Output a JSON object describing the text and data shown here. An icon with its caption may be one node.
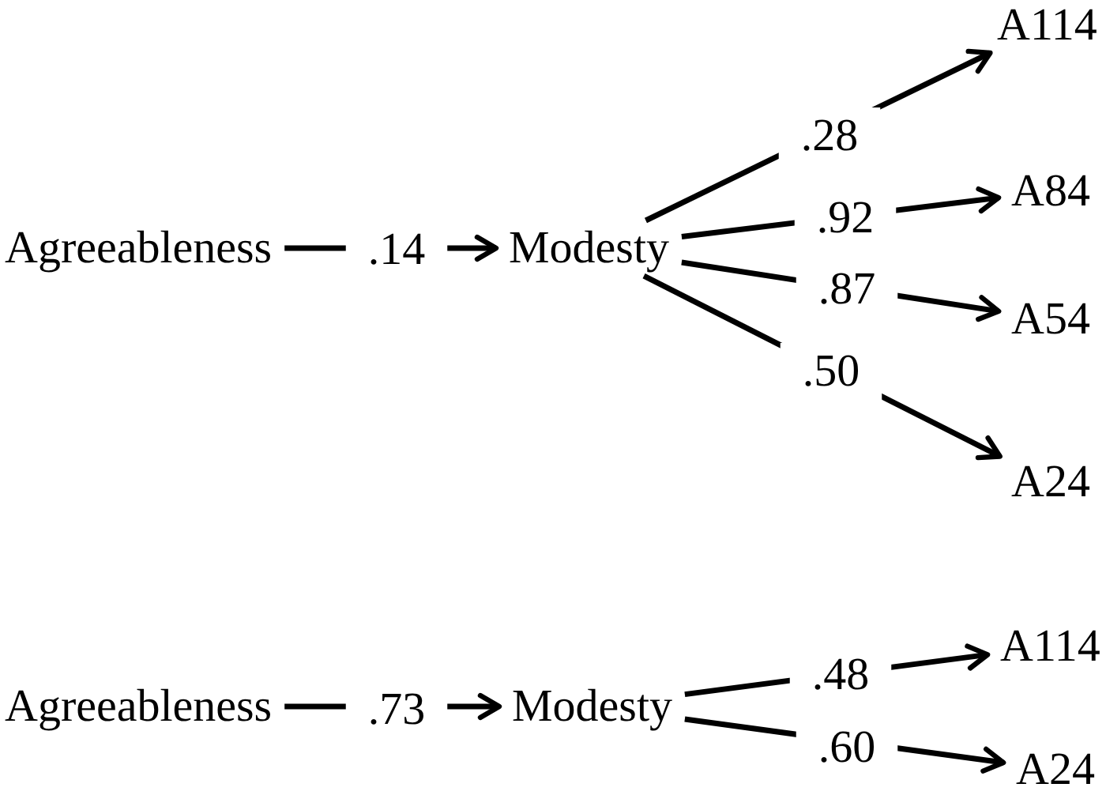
{
  "diagram": {
    "nodes": [
      {
        "text": [
          "Agreeableness"
        ]
      },
      {
        "text": [
          "Modesty"
        ]
      },
      {
        "text": [
          "A114"
        ]
      },
      {
        "text": [
          "A84"
        ]
      },
      {
        "text": [
          "A54"
        ]
      },
      {
        "text": [
          "A24"
        ]
      },
      {
        "text": [
          "Agreeableness"
        ]
      },
      {
        "text": [
          "Modesty"
        ]
      },
      {
        "text": [
          "A114"
        ]
      },
      {
        "text": [
          "A24"
        ]
      }
    ],
    "edges": [
      {
        "from": 0,
        "to": 1,
        "label": ".14",
        "arrow": "to"
      },
      {
        "from": 1,
        "to": 2,
        "label": ".28",
        "arrow": "to"
      },
      {
        "from": 1,
        "to": 3,
        "label": ".92",
        "arrow": "to"
      },
      {
        "from": 1,
        "to": 4,
        "label": ".87",
        "arrow": "to"
      },
      {
        "from": 1,
        "to": 5,
        "label": ".50",
        "arrow": "to"
      },
      {
        "from": 6,
        "to": 7,
        "label": ".73",
        "arrow": "to"
      },
      {
        "from": 7,
        "to": 8,
        "label": ".48",
        "arrow": "to"
      },
      {
        "from": 7,
        "to": 9,
        "label": ".60",
        "arrow": "to"
      }
    ]
  }
}
